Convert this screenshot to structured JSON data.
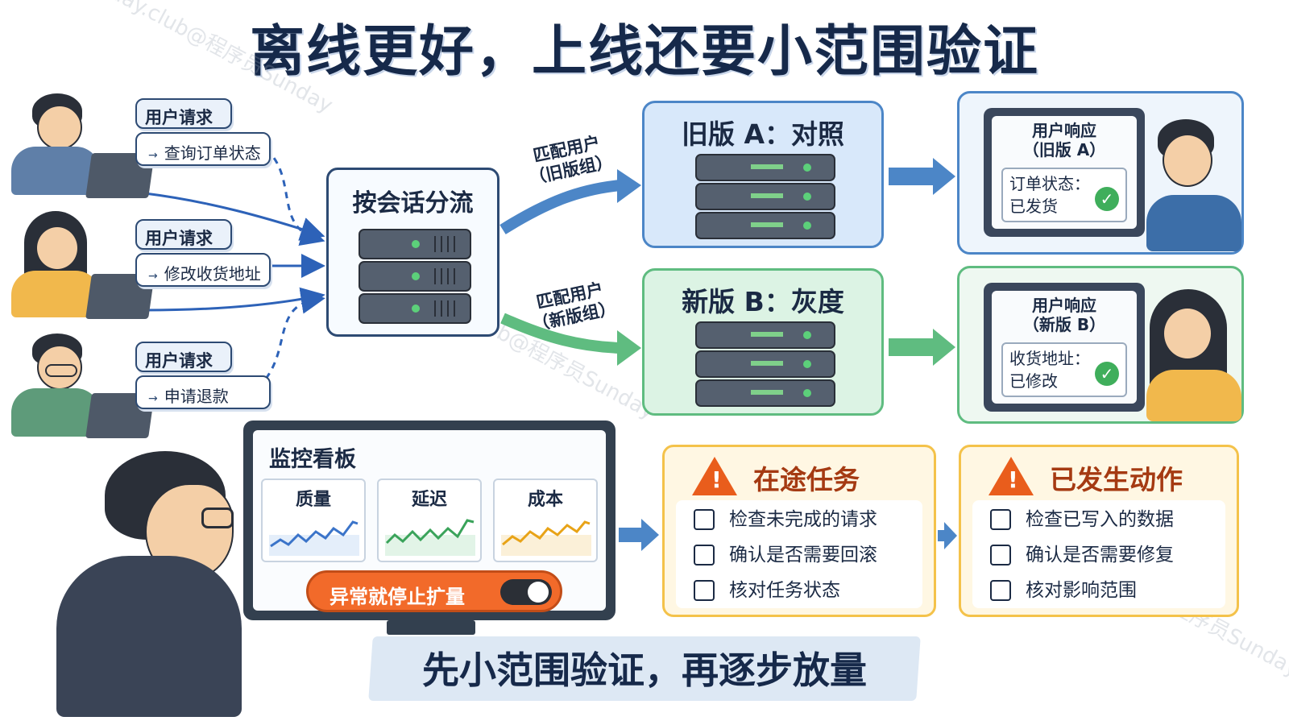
{
  "title": "离线更好，上线还要小范围验证",
  "watermark": "lgdsunday.club@程序员Sunday",
  "requests": [
    {
      "head": "用户请求",
      "body": "查询订单状态",
      "dash": "→"
    },
    {
      "head": "用户请求",
      "body": "修改收货地址",
      "dash": "→"
    },
    {
      "head": "用户请求",
      "body": "申请退款",
      "dash": "→"
    }
  ],
  "router": {
    "title": "按会话分流"
  },
  "routes": {
    "a": "匹配用户\n（旧版组）",
    "b": "匹配用户\n（新版组）"
  },
  "versions": {
    "a": "旧版 A：对照",
    "b": "新版 B：灰度"
  },
  "responses": {
    "a": {
      "title": "用户响应\n（旧版 A）",
      "card_line1": "订单状态：",
      "card_line2": "已发货",
      "check": "✓"
    },
    "b": {
      "title": "用户响应\n（新版 B）",
      "card_line1": "收货地址：",
      "card_line2": "已修改",
      "check": "✓"
    }
  },
  "dashboard": {
    "title": "监控看板",
    "metrics": [
      {
        "label": "质量",
        "color": "#3b74c9"
      },
      {
        "label": "延迟",
        "color": "#3aa35a"
      },
      {
        "label": "成本",
        "color": "#e8a317"
      }
    ],
    "stop_label": "异常就停止扩量"
  },
  "tasks": [
    {
      "title": "在途任务",
      "items": [
        "检查未完成的请求",
        "确认是否需要回滚",
        "核对任务状态"
      ]
    },
    {
      "title": "已发生动作",
      "items": [
        "检查已写入的数据",
        "确认是否需要修复",
        "核对影响范围"
      ]
    }
  ],
  "warn_mark": "!",
  "banner": "先小范围验证，再逐步放量",
  "colors": {
    "blue": "#4c86c7",
    "green": "#5fbc80",
    "orange": "#f26a2a",
    "ink": "#16294a"
  }
}
